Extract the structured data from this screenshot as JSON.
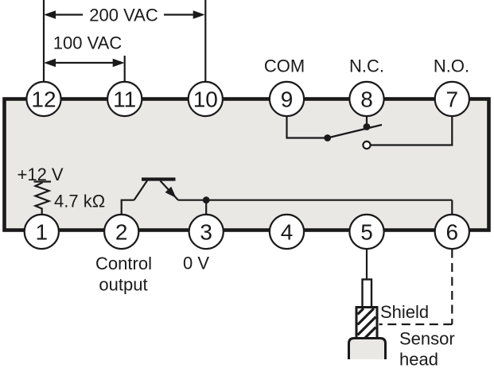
{
  "colors": {
    "line": "#1a1a1a",
    "box_fill": "#eae8e5",
    "terminal_fill": "#ffffff",
    "background": "#ffffff"
  },
  "dimensions": {
    "outer_label": "200 VAC",
    "inner_label": "100 VAC"
  },
  "relay": {
    "com": "COM",
    "nc": "N.C.",
    "no": "N.O."
  },
  "internal": {
    "supply_label": "+12 V",
    "resistor_label": "4.7 kΩ"
  },
  "outputs": {
    "control_line1": "Control",
    "control_line2": "output",
    "zero_volt": "0 V"
  },
  "sensor": {
    "shield_label": "Shield",
    "head_line1": "Sensor",
    "head_line2": "head"
  },
  "terminals": {
    "top": [
      "12",
      "11",
      "10",
      "9",
      "8",
      "7"
    ],
    "bottom": [
      "1",
      "2",
      "3",
      "4",
      "5",
      "6"
    ]
  }
}
